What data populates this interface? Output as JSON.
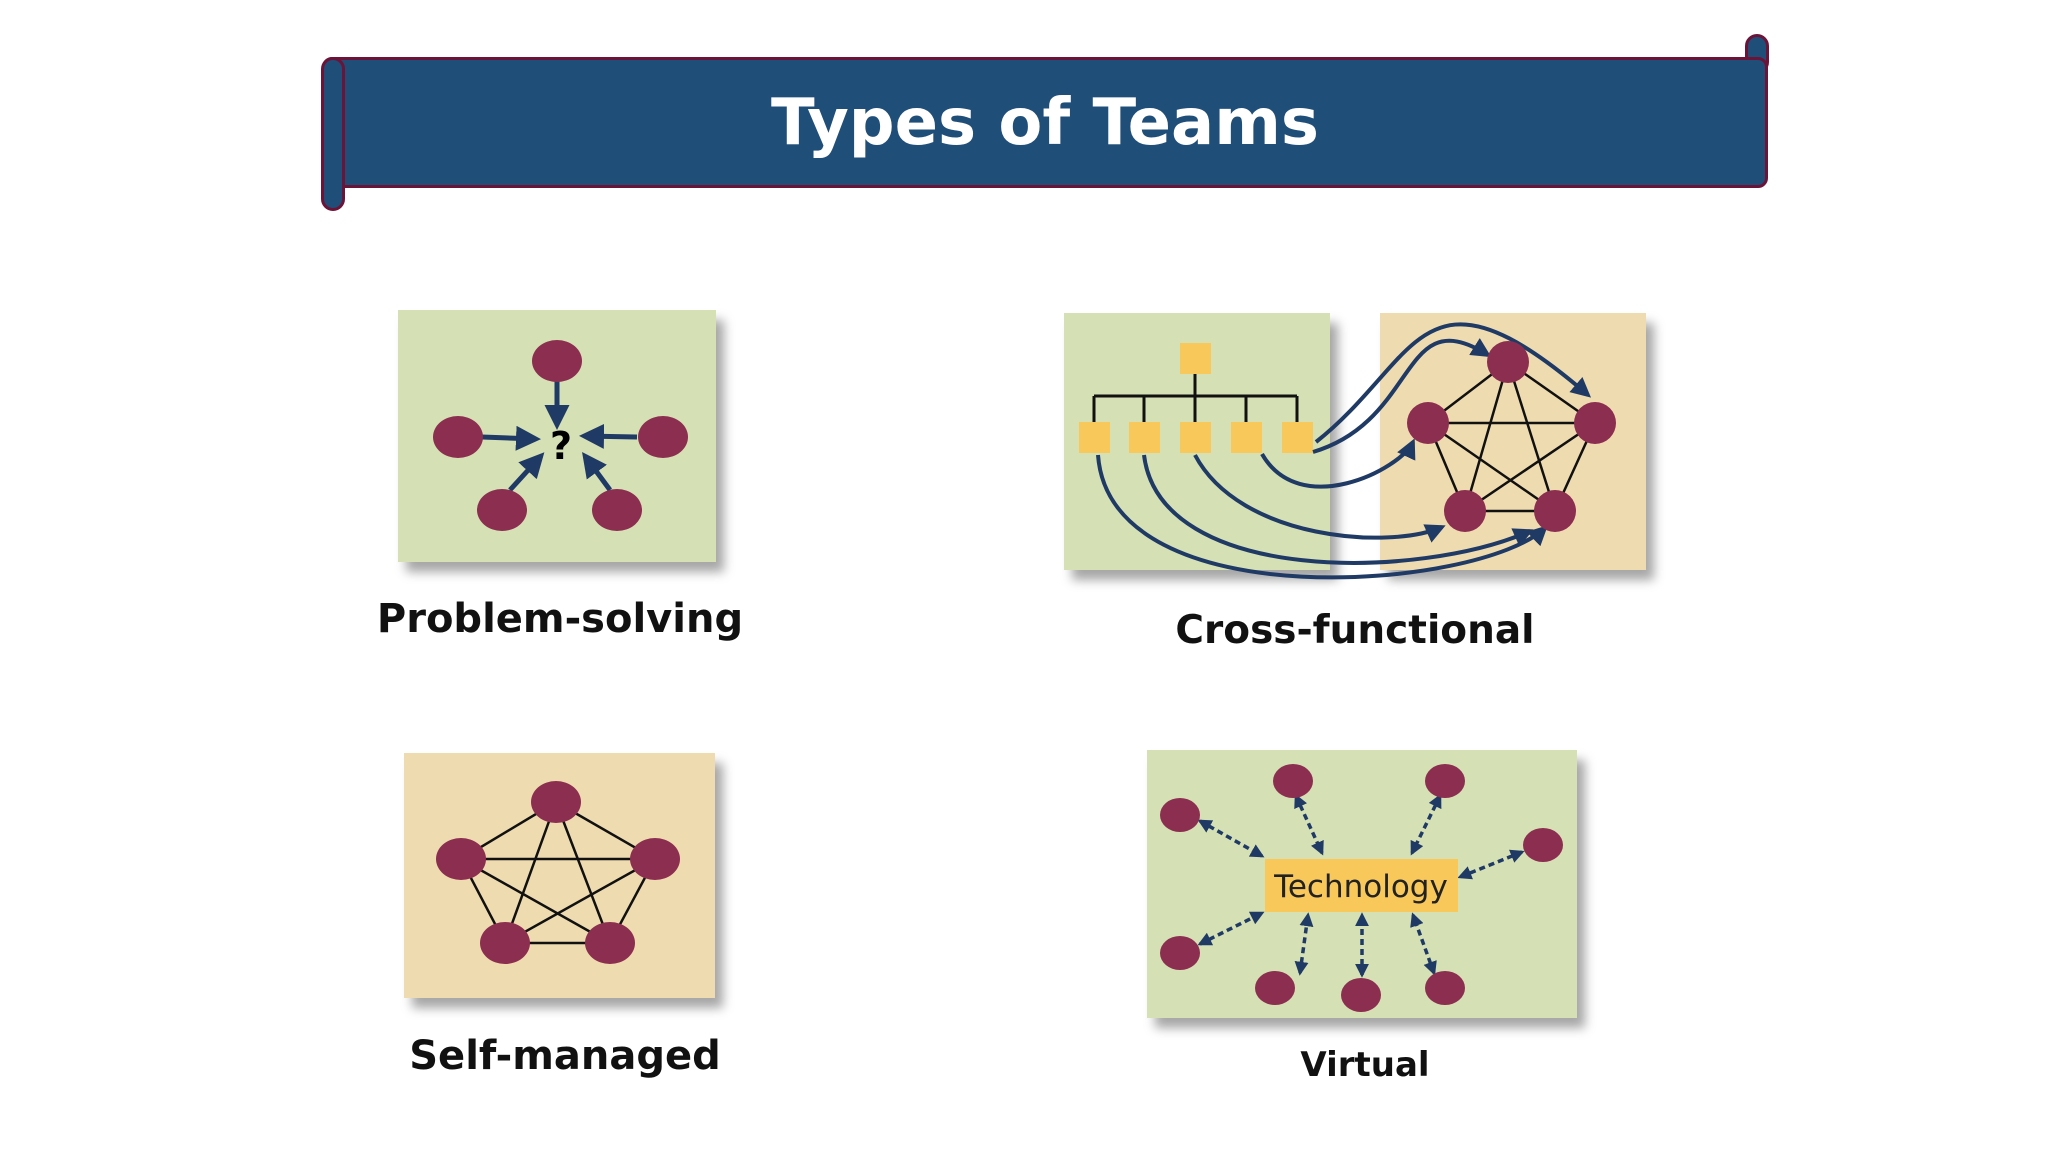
{
  "slide": {
    "title": "Types of Teams"
  },
  "teams": [
    {
      "label": "Problem-solving",
      "center_symbol": "?"
    },
    {
      "label": "Cross-functional"
    },
    {
      "label": "Self-managed"
    },
    {
      "label": "Virtual",
      "center_label": "Technology"
    }
  ],
  "colors": {
    "banner": "#1f4e79",
    "banner_border": "#6b1438",
    "panel_green": "#d5e0b5",
    "panel_tan": "#efdbb0",
    "node": "#8b2e4f",
    "square": "#f8c85a",
    "arrow": "#1f3a64"
  }
}
